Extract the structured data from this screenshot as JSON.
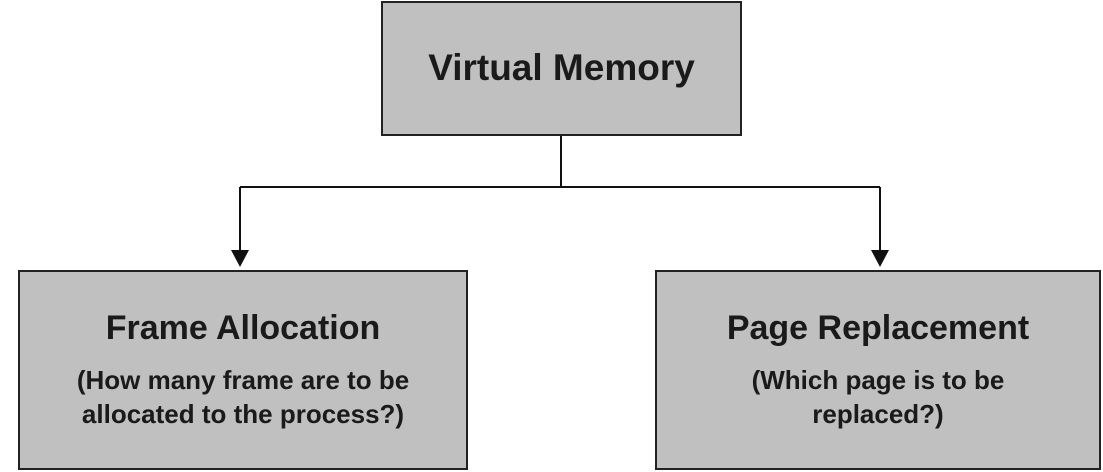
{
  "diagram": {
    "root": {
      "title": "Virtual Memory"
    },
    "children": [
      {
        "title": "Frame Allocation",
        "subtitle_line1": "(How many frame are to be",
        "subtitle_line2": "allocated to the process?)"
      },
      {
        "title": "Page Replacement",
        "subtitle_line1": "(Which page is to be",
        "subtitle_line2": "replaced?)"
      }
    ]
  },
  "colors": {
    "node_fill": "#c0c0c0",
    "node_border": "#222222",
    "connector": "#111111",
    "background": "#ffffff"
  }
}
